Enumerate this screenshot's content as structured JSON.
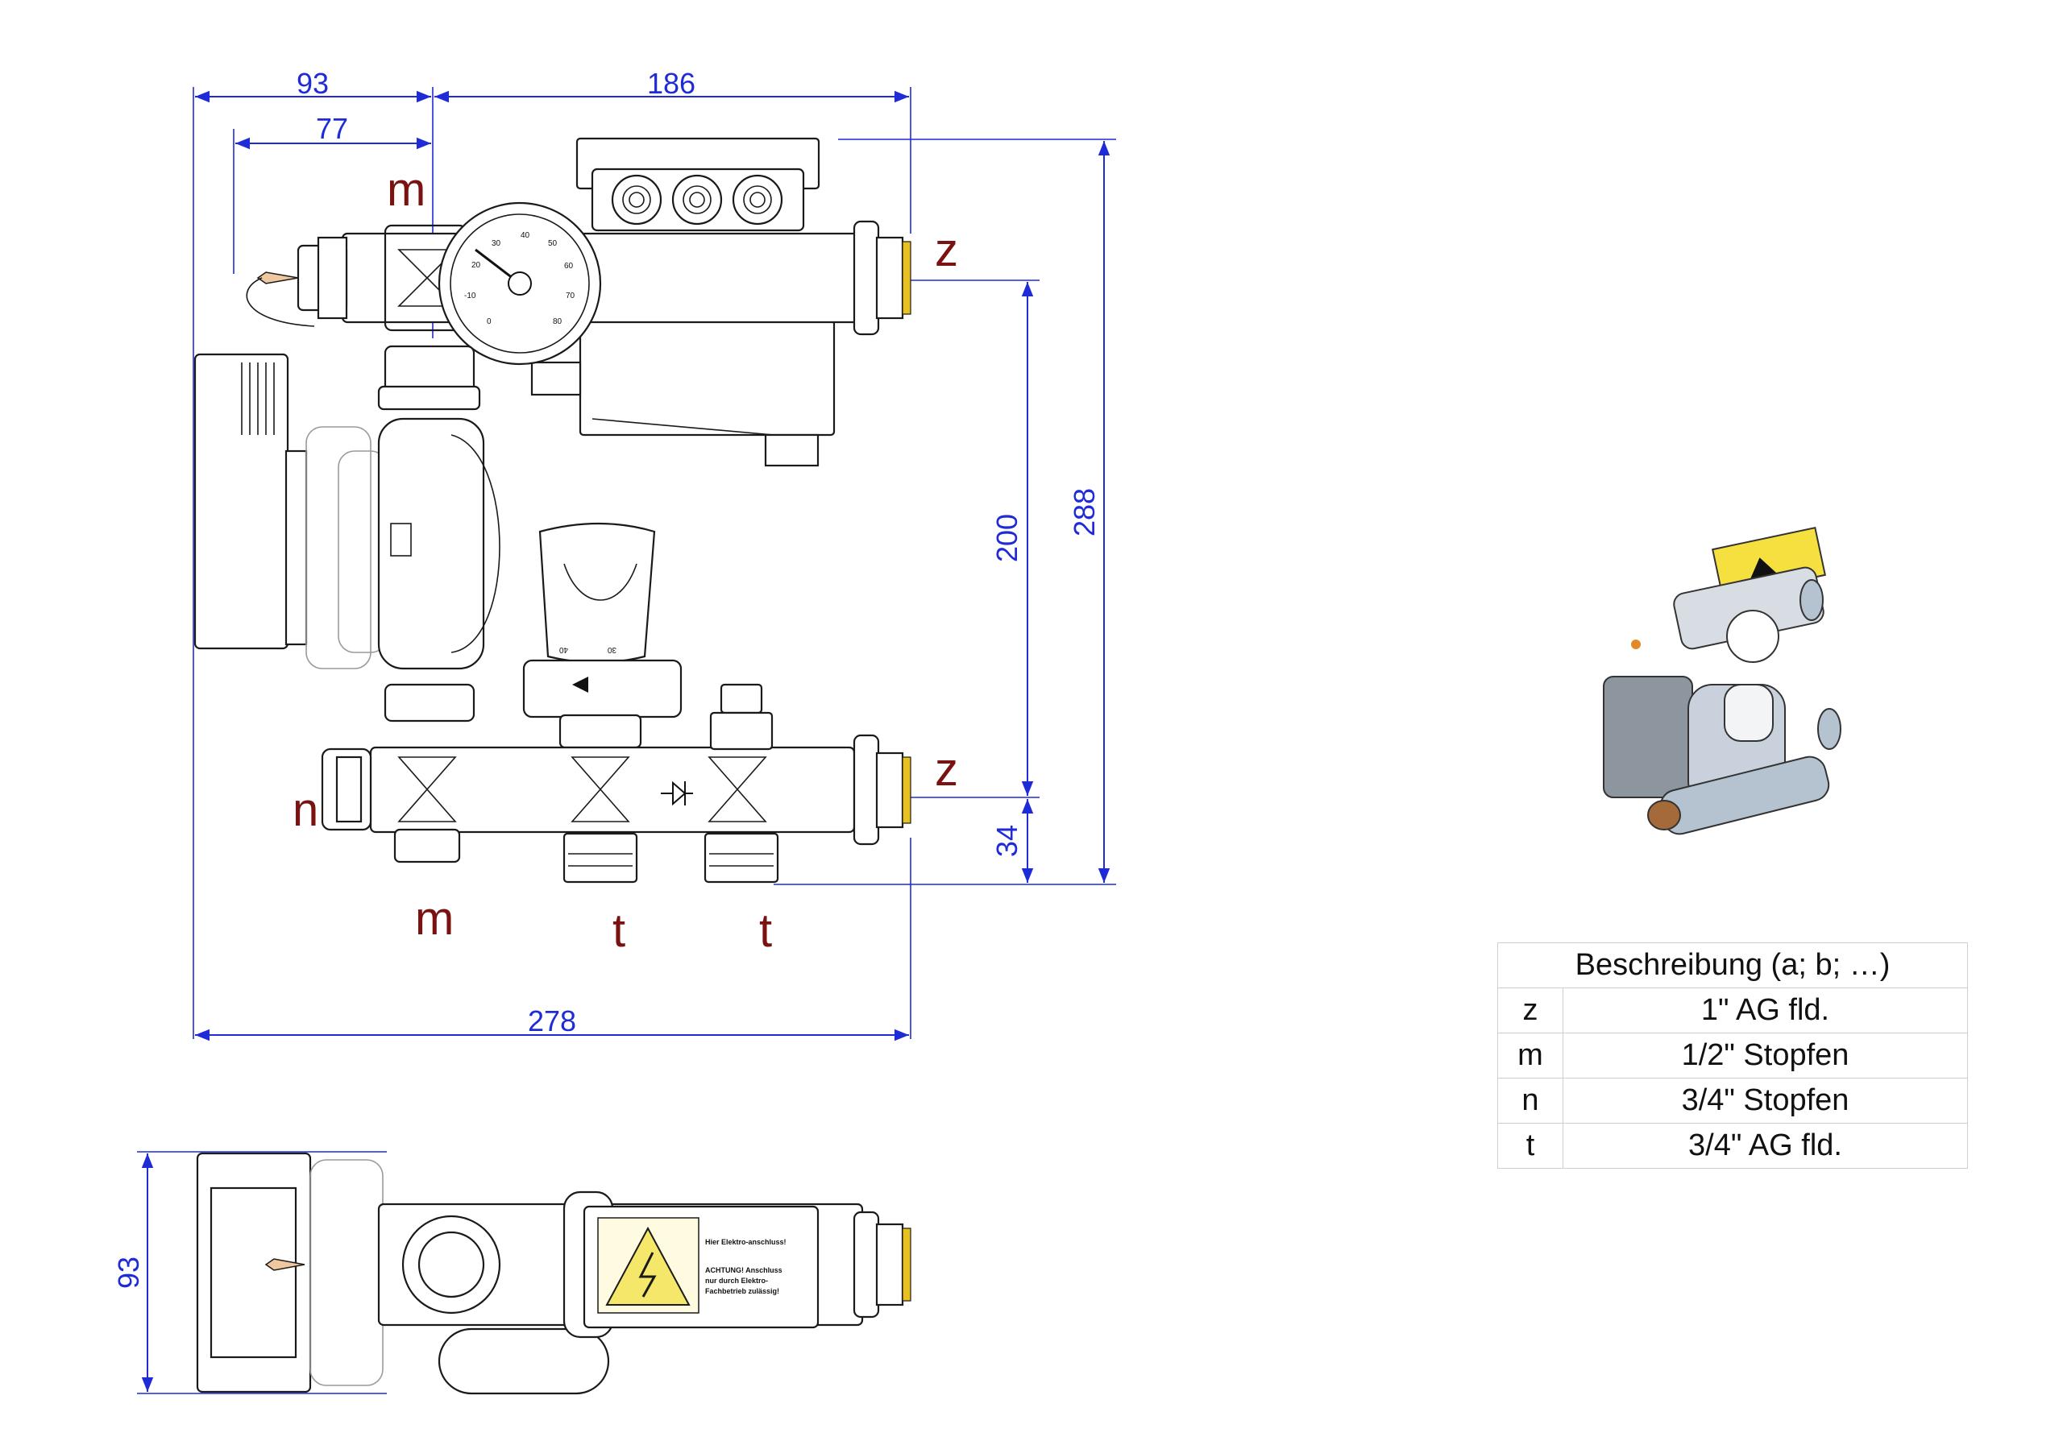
{
  "dimensions": {
    "top_left": "93",
    "top_right": "186",
    "top_inner": "77",
    "right_upper": "200",
    "right_overall": "288",
    "right_lower": "34",
    "bottom_overall": "278",
    "side_view_height": "93"
  },
  "callouts": {
    "m_top": "m",
    "z_top": "z",
    "n_left": "n",
    "z_bottom": "z",
    "m_bottom": "m",
    "t_left": "t",
    "t_right": "t"
  },
  "gauge_scale": [
    "0",
    "-10",
    "20",
    "30",
    "40",
    "50",
    "60",
    "70",
    "80"
  ],
  "thermostat_scale": [
    "40",
    "30"
  ],
  "warning_label": {
    "line1": "Hier Elektro-anschluss!",
    "line2": "ACHTUNG! Anschluss",
    "line3": "nur durch Elektro-",
    "line4": "Fachbetrieb zulässig!"
  },
  "table": {
    "header": "Beschreibung (a; b; …)",
    "rows": [
      {
        "key": "z",
        "value": "1\" AG fld."
      },
      {
        "key": "m",
        "value": "1/2\" Stopfen"
      },
      {
        "key": "n",
        "value": "3/4\" Stopfen"
      },
      {
        "key": "t",
        "value": "3/4\" AG fld."
      }
    ]
  },
  "colors": {
    "dimension": "#1f2bd6",
    "callout": "#7a1212",
    "thread": "#e8c020"
  }
}
